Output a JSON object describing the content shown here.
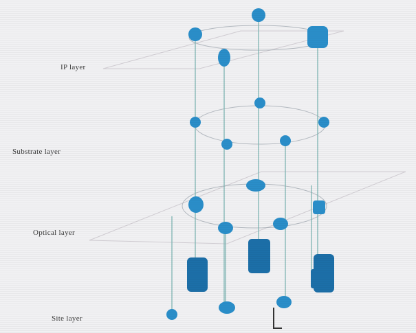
{
  "layers": [
    {
      "id": "ip",
      "label": "IP layer"
    },
    {
      "id": "subnet",
      "label": "Substrate layer"
    },
    {
      "id": "optical",
      "label": "Optical layer"
    },
    {
      "id": "site",
      "label": "Site layer"
    }
  ],
  "colors": {
    "node": "#2a8ec9",
    "link": "#7fb6b4",
    "ring": "#9aa3ab"
  }
}
